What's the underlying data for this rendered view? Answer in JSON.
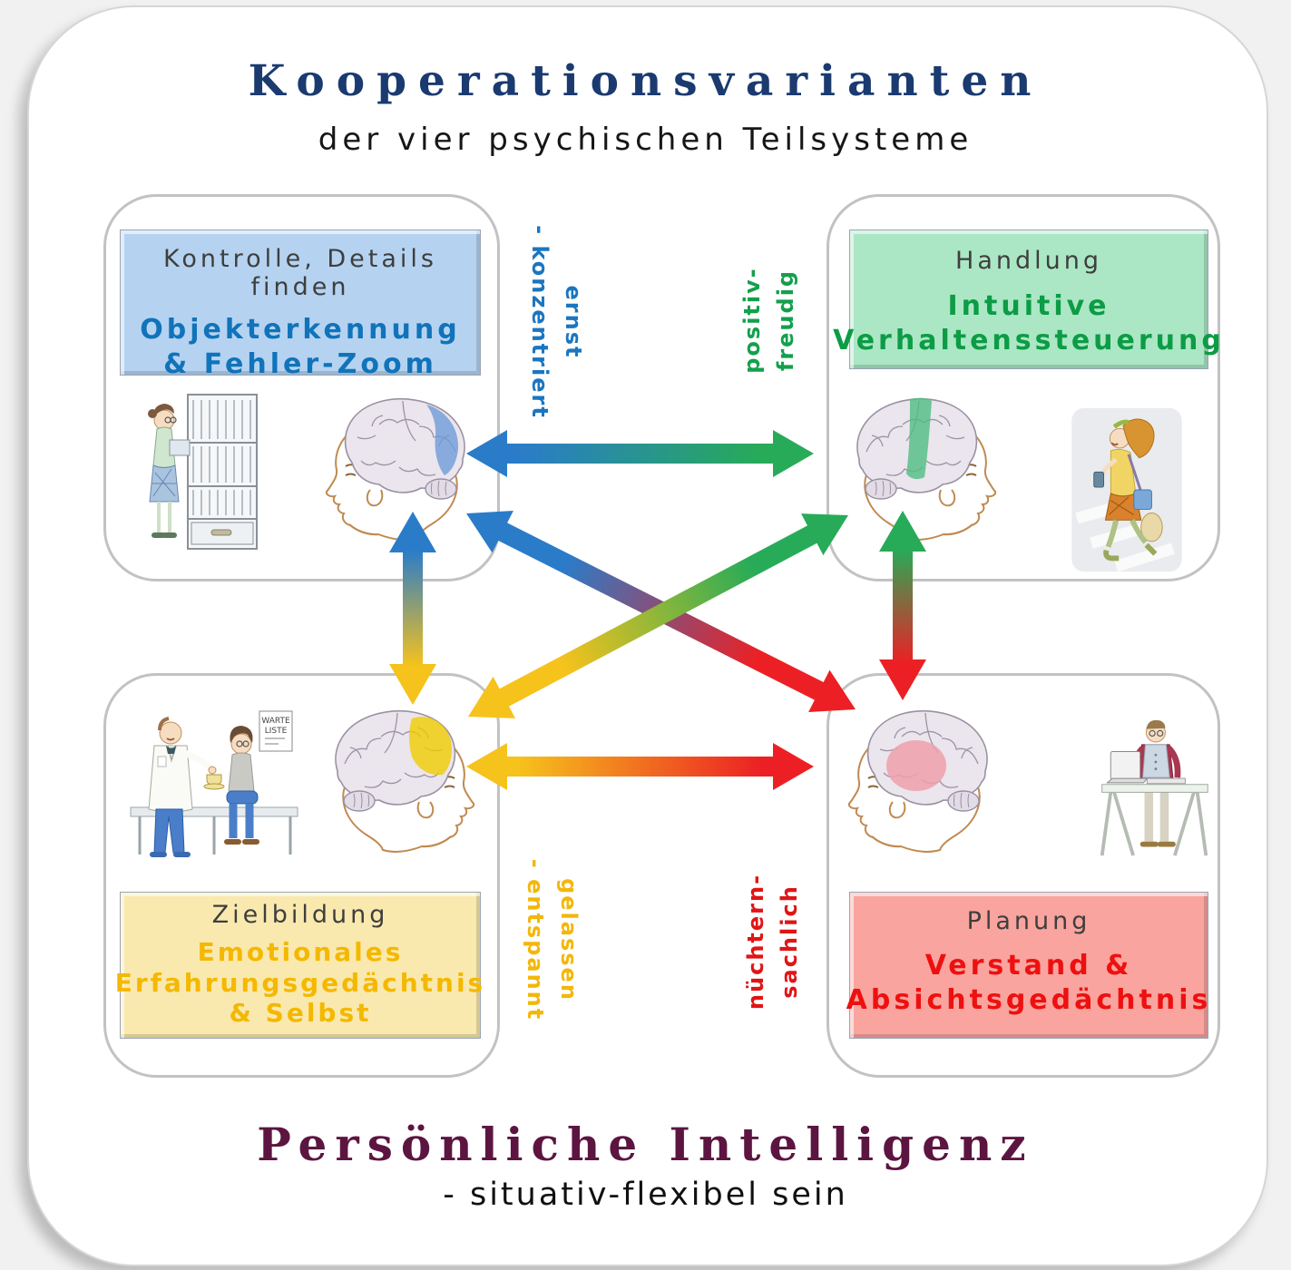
{
  "header": {
    "title": "Kooperationsvarianten",
    "subtitle": "der vier psychischen Teilsysteme"
  },
  "footer": {
    "title": "Persönliche Intelligenz",
    "subtitle": "- situativ-flexibel sein"
  },
  "quadrants": {
    "top_left": {
      "label": "Kontrolle, Details finden",
      "system": "Objekterkennung\n& Fehler-Zoom",
      "box_color": "#b5d3f1",
      "text_color": "#1173ba",
      "brain_highlight": "blue-posterior-region",
      "illustration": "woman-searching-filing-shelf"
    },
    "top_right": {
      "label": "Handlung",
      "system": "Intuitive\nVerhaltenssteuerung",
      "box_color": "#abe7c5",
      "text_color": "#0c9c45",
      "brain_highlight": "green-motor-band",
      "illustration": "woman-walking-with-phone"
    },
    "bottom_left": {
      "label": "Zielbildung",
      "system": "Emotionales\nErfahrungsgedächtnis\n& Selbst",
      "box_color": "#fae9ae",
      "text_color": "#f4b800",
      "brain_highlight": "yellow-frontal-region",
      "illustration": "doctor-with-patient",
      "sign": [
        "WARTE",
        "LISTE"
      ]
    },
    "bottom_right": {
      "label": "Planung",
      "system": "Verstand &\nAbsichtsgedächtnis",
      "box_color": "#f9a49e",
      "text_color": "#ee1010",
      "brain_highlight": "red-central-region",
      "illustration": "man-at-desk-with-laptop"
    }
  },
  "modes": {
    "left_top": {
      "text": "ernst\n- konzentriert",
      "color": "#1b76c0"
    },
    "right_top": {
      "text": "positiv-\nfreudig",
      "color": "#13a04c"
    },
    "left_bottom": {
      "text": "gelassen\n- entspannt",
      "color": "#f3b70b"
    },
    "right_bottom": {
      "text": "nüchtern-\nsachlich",
      "color": "#e01515"
    }
  },
  "arrows": [
    {
      "from": "top_left",
      "to": "top_right",
      "style": "double-headed",
      "colors": [
        "#2a7cc9",
        "#27ab58"
      ]
    },
    {
      "from": "top_left",
      "to": "bottom_left",
      "style": "double-headed",
      "colors": [
        "#2a7cc9",
        "#f6c21c"
      ]
    },
    {
      "from": "top_right",
      "to": "bottom_right",
      "style": "double-headed",
      "colors": [
        "#27ab58",
        "#ec2024"
      ]
    },
    {
      "from": "bottom_left",
      "to": "bottom_right",
      "style": "double-headed",
      "colors": [
        "#f6c21c",
        "#ec2024"
      ]
    },
    {
      "from": "top_left",
      "to": "bottom_right",
      "style": "double-headed",
      "colors": [
        "#2a7cc9",
        "#ec2024"
      ]
    },
    {
      "from": "bottom_left",
      "to": "top_right",
      "style": "double-headed",
      "colors": [
        "#f6c21c",
        "#27ab58"
      ]
    }
  ]
}
